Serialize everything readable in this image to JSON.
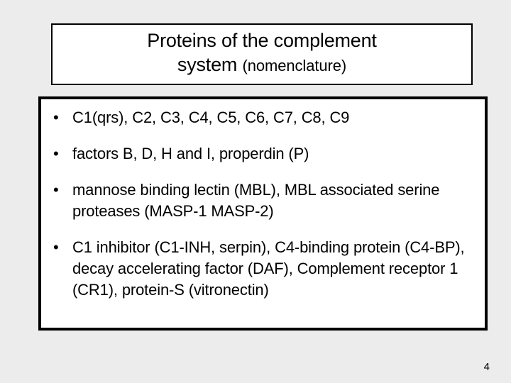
{
  "slide": {
    "background_color": "#ececec",
    "title": {
      "line1": "Proteins of the complement",
      "line2_main": "system ",
      "line2_sub": "(nomenclature)"
    },
    "bullet_marker": "•",
    "bullets": [
      {
        "text": "C1(qrs), C2, C3, C4, C5, C6, C7, C8, C9"
      },
      {
        "text": "factors B, D, H and I,  properdin (P)"
      },
      {
        "text": "mannose binding lectin (MBL), MBL associated serine proteases (MASP-1 MASP-2)"
      },
      {
        "text": "C1 inhibitor (C1-INH, serpin), C4-binding protein (C4-BP), decay accelerating factor (DAF), Complement receptor 1 (CR1), protein-S (vitronectin)"
      }
    ],
    "page_number": "4"
  }
}
